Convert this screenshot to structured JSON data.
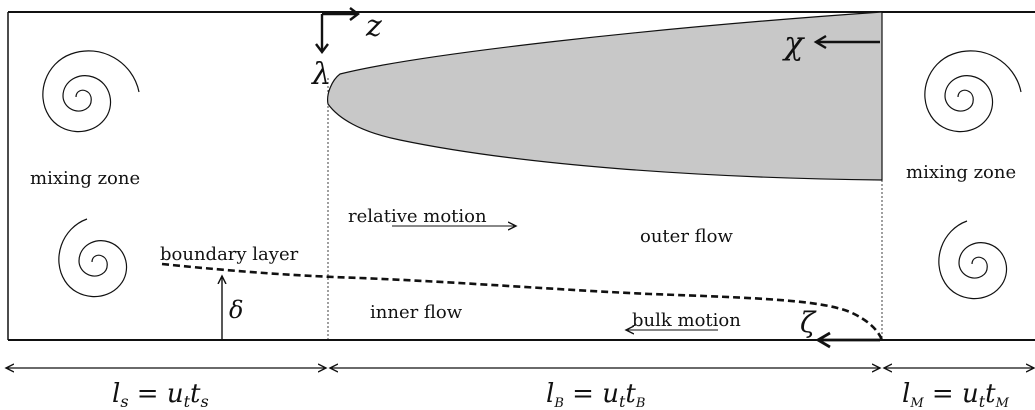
{
  "labels": {
    "mixing_zone_left": "mixing zone",
    "mixing_zone_right": "mixing zone",
    "relative_motion": "relative motion",
    "outer_flow": "outer flow",
    "boundary_layer": "boundary layer",
    "inner_flow": "inner flow",
    "bulk_motion": "bulk motion"
  },
  "symbols": {
    "z": "z",
    "lambda": "λ",
    "chi": "χ",
    "delta": "δ",
    "zeta": "ζ"
  },
  "lengths": {
    "ls": {
      "main": "l",
      "sub": "s",
      "eq": " = u",
      "sub2": "t",
      "t": "t",
      "sub3": "s"
    },
    "lb": {
      "main": "l",
      "sub": "B",
      "eq": " = u",
      "sub2": "t",
      "t": "t",
      "sub3": "B"
    },
    "lm": {
      "main": "l",
      "sub": "M",
      "eq": " = u",
      "sub2": "t",
      "t": "t",
      "sub3": "M"
    }
  },
  "colors": {
    "stroke": "#111111",
    "wedge_fill": "#c8c8c8"
  }
}
